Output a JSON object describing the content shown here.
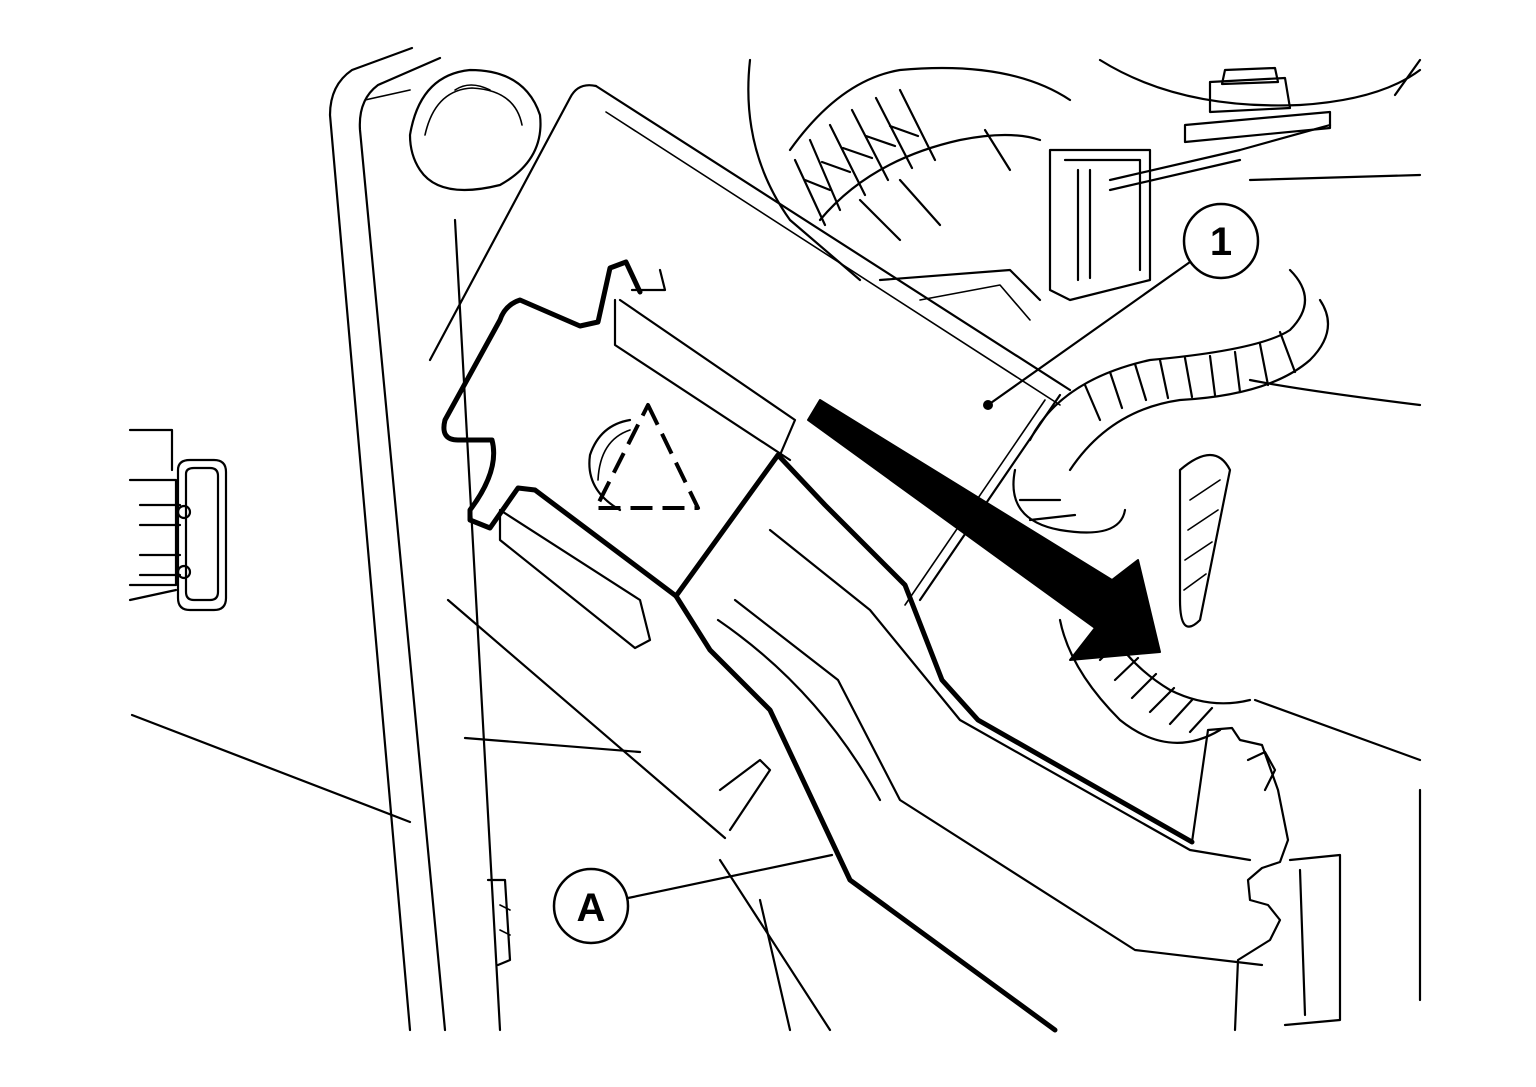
{
  "callouts": {
    "part_1": "1",
    "part_a": "A"
  },
  "colors": {
    "line": "#000000",
    "background": "#ffffff",
    "arrow": "#000000"
  },
  "icons": {
    "removal_direction": "removal-direction-arrow",
    "clip_location": "dashed-triangle-clip-marker"
  }
}
